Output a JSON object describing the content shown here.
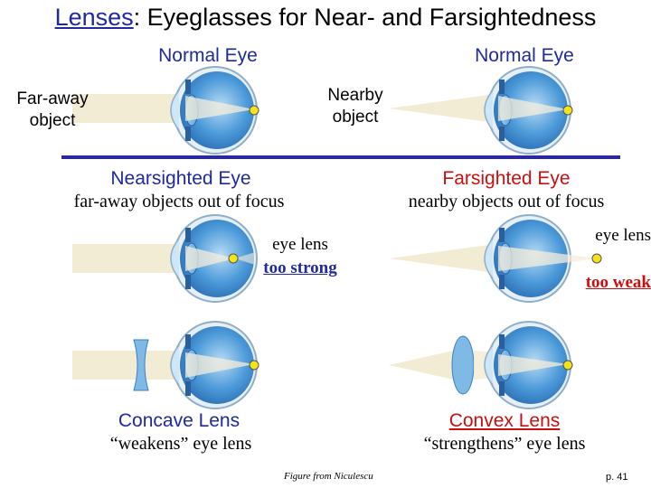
{
  "title": {
    "prefix": "Lenses",
    "rest": ": Eyeglasses for Near- and Farsightedness"
  },
  "top_left": {
    "heading": "Normal Eye",
    "object_label_1": "Far-away",
    "object_label_2": "object"
  },
  "top_right": {
    "heading": "Normal Eye",
    "object_label_1": "Nearby",
    "object_label_2": "object"
  },
  "nearsighted": {
    "heading": "Nearsighted Eye",
    "subtitle": "far-away objects out of focus",
    "note_1": "eye lens",
    "note_2": "too strong"
  },
  "farsighted": {
    "heading": "Farsighted Eye",
    "subtitle": "nearby objects out of focus",
    "note_1": "eye lens",
    "note_2": "too weak"
  },
  "concave": {
    "heading": "Concave Lens",
    "subtitle": "“weakens” eye lens"
  },
  "convex": {
    "heading": "Convex Lens",
    "subtitle": "“strengthens” eye lens"
  },
  "footer": {
    "credit": "Figure from Niculescu",
    "page": "p. 41"
  },
  "colors": {
    "title_blue": "#1f2a9e",
    "red": "#c81010",
    "divider": "#2a2a9e",
    "eye_blue": "#3d8fd6",
    "beam": "#f3ecd5",
    "focus_dot": "#f4e31b"
  }
}
